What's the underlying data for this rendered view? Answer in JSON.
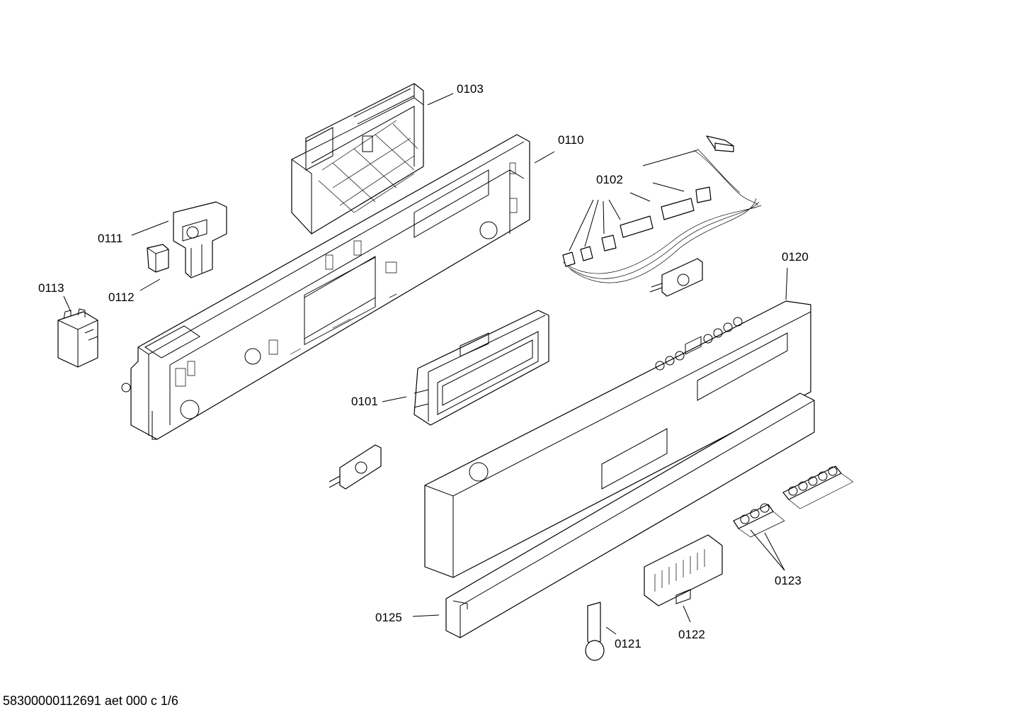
{
  "labels": {
    "p0101": "0101",
    "p0102": "0102",
    "p0103": "0103",
    "p0110": "0110",
    "p0111": "0111",
    "p0112": "0112",
    "p0113": "0113",
    "p0120": "0120",
    "p0121": "0121",
    "p0122": "0122",
    "p0123": "0123",
    "p0125": "0125"
  },
  "footer": "58300000112691 aet 000 c 1/6"
}
